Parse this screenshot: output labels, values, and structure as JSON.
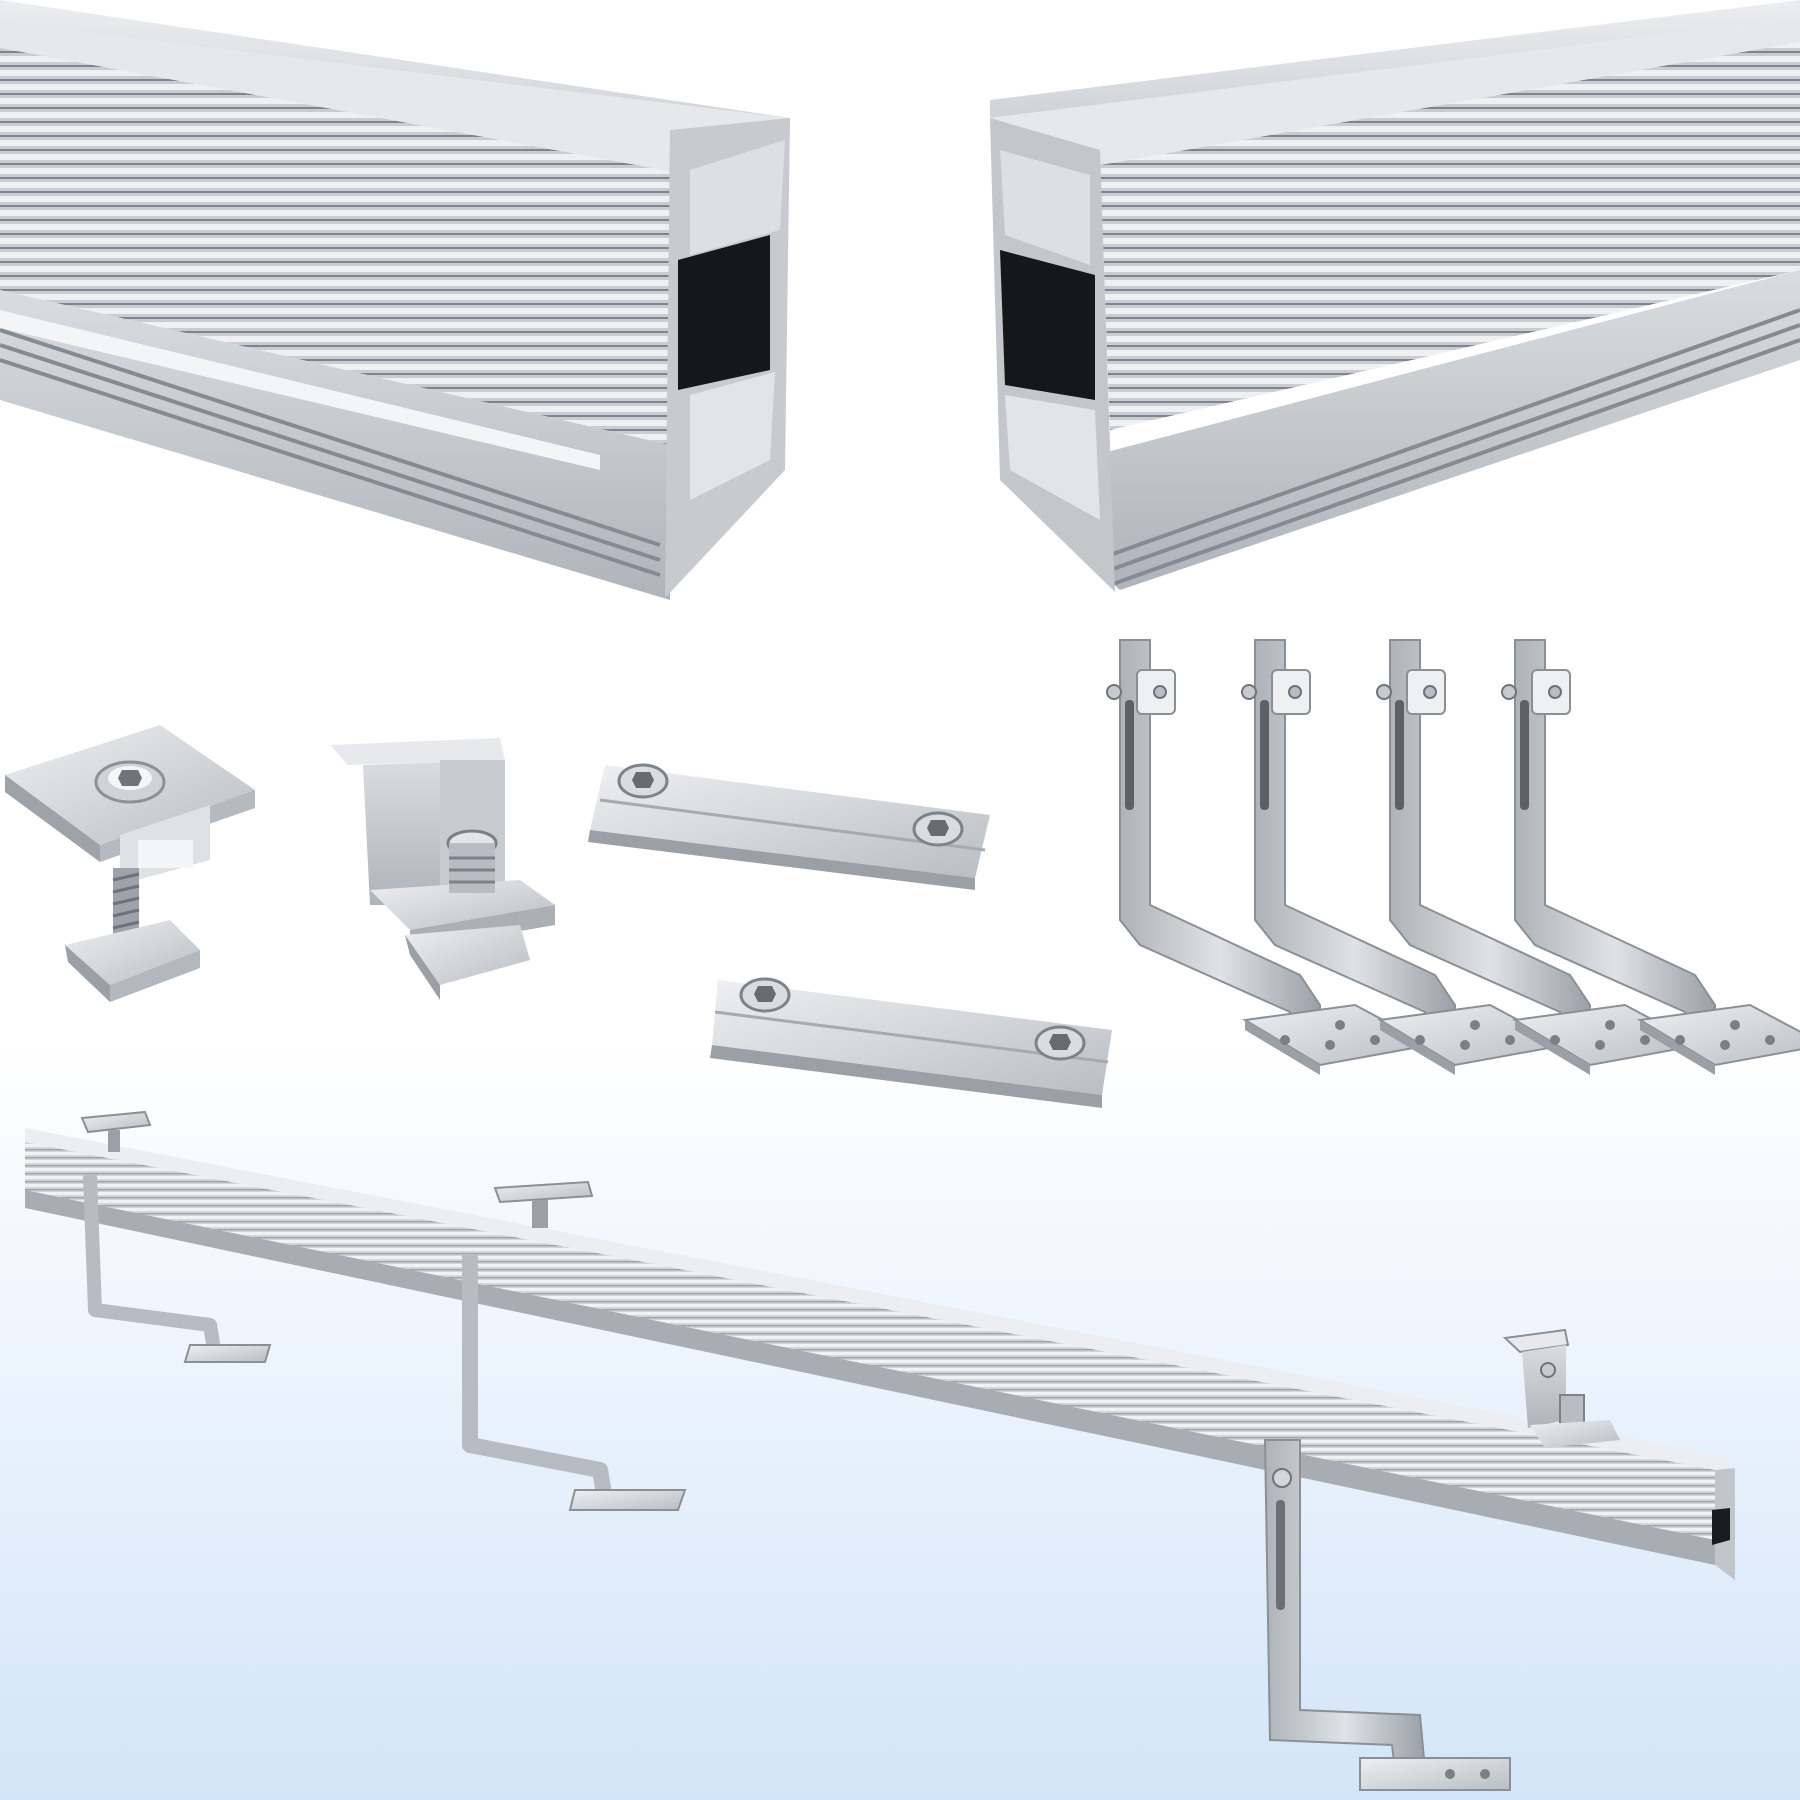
{
  "scene": {
    "background_top": "#ffffff",
    "background_bottom": "#d3e5f8",
    "metal_light": "#e4e6e9",
    "metal_mid": "#c4c8cd",
    "metal_dark": "#8d9399",
    "channel_dark": "#15171a"
  },
  "product": {
    "rails": 2,
    "mid_clamps": 1,
    "end_clamps": 1,
    "rail_connectors": 2,
    "roof_hooks": 4
  }
}
